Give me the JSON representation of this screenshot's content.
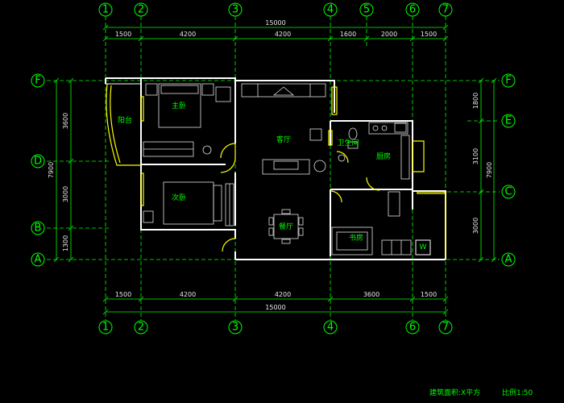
{
  "axes": {
    "columns": [
      "1",
      "2",
      "3",
      "4",
      "5",
      "6",
      "7"
    ],
    "rows": [
      "F",
      "E",
      "D",
      "C",
      "B",
      "A"
    ]
  },
  "dimensions": {
    "top_total": "15000",
    "top_segments": [
      "1500",
      "4200",
      "4200",
      "1600",
      "2000",
      "1500"
    ],
    "bottom_segments": [
      "1500",
      "4200",
      "4200",
      "3600",
      "1500"
    ],
    "bottom_total": "15000",
    "left_outer": "7900",
    "left_segments": [
      "3600",
      "3000",
      "1300"
    ],
    "right_outer": "7900",
    "right_segments": [
      "1800",
      "3100",
      "3000"
    ]
  },
  "rooms": {
    "balcony": "阳台",
    "master_bedroom": "主卧",
    "living_room": "客厅",
    "bathroom": "卫生间",
    "kitchen": "厨房",
    "second_bedroom": "次卧",
    "dining_room": "餐厅",
    "study": "书房",
    "wc_mark": "W"
  },
  "footer": {
    "area": "建筑面积:X平方",
    "scale": "比例1:50"
  },
  "colors": {
    "grid": "#00ff00",
    "wall": "#ffffff",
    "window": "#ffff00",
    "background": "#000000"
  }
}
